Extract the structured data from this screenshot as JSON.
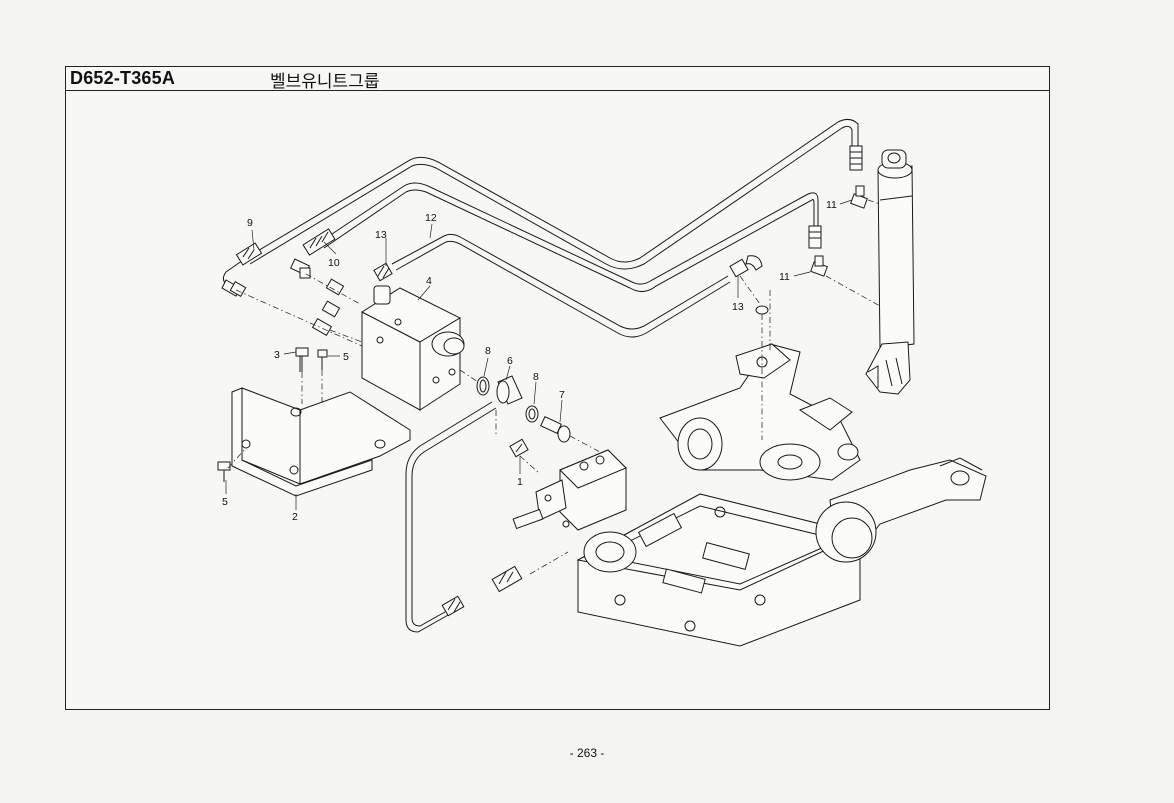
{
  "header": {
    "code": "D652-T365A",
    "title": "벨브유니트그룹"
  },
  "callouts": [
    "9",
    "10",
    "13",
    "12",
    "4",
    "3",
    "5",
    "8",
    "6",
    "8",
    "7",
    "1",
    "5",
    "2",
    "11",
    "11",
    "13"
  ],
  "footer": {
    "page_number": "- 263 -"
  }
}
